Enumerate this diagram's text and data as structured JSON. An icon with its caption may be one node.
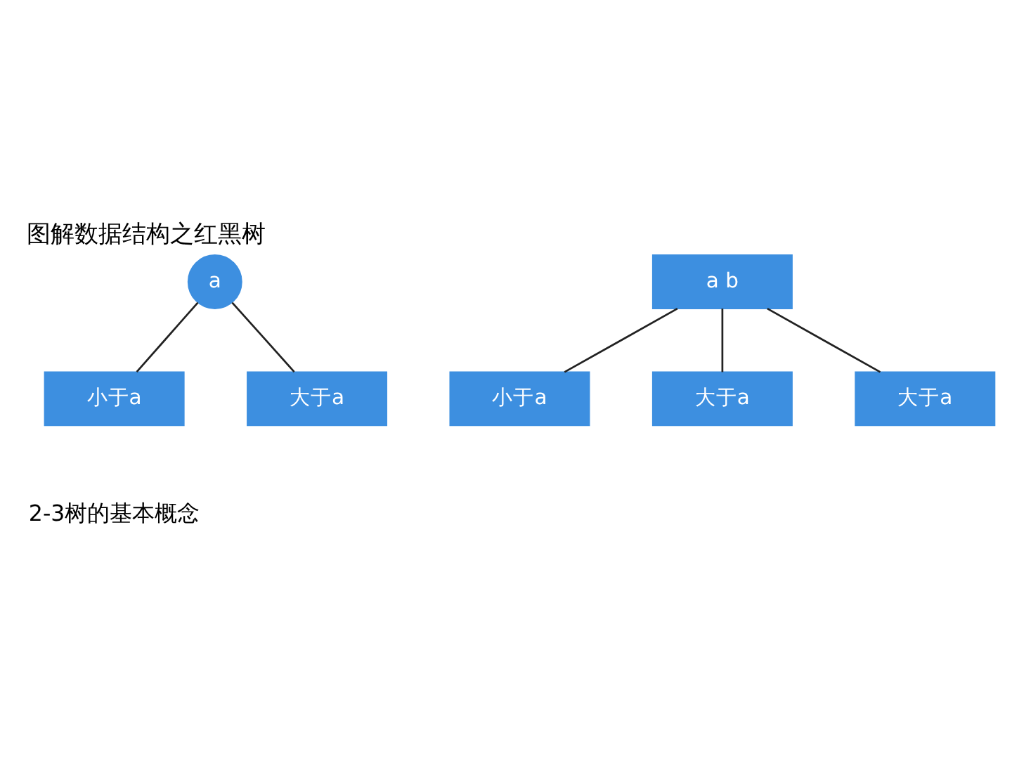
{
  "diagram": {
    "title": "图解数据结构之红黑树",
    "caption": "2-3树的基本概念",
    "nodes": [
      {
        "text": [
          "a"
        ]
      },
      {
        "text": [
          "小于a"
        ]
      },
      {
        "text": [
          "大于a"
        ]
      },
      {
        "text": [
          "a b"
        ]
      },
      {
        "text": [
          "小于a"
        ]
      },
      {
        "text": [
          "大于a"
        ]
      },
      {
        "text": [
          "大于a"
        ]
      }
    ],
    "edges": [
      {
        "from": 0,
        "to": 1,
        "arrow": "none"
      },
      {
        "from": 0,
        "to": 2,
        "arrow": "none"
      },
      {
        "from": 3,
        "to": 4,
        "arrow": "none"
      },
      {
        "from": 3,
        "to": 5,
        "arrow": "none"
      },
      {
        "from": 3,
        "to": 6,
        "arrow": "none"
      }
    ]
  }
}
